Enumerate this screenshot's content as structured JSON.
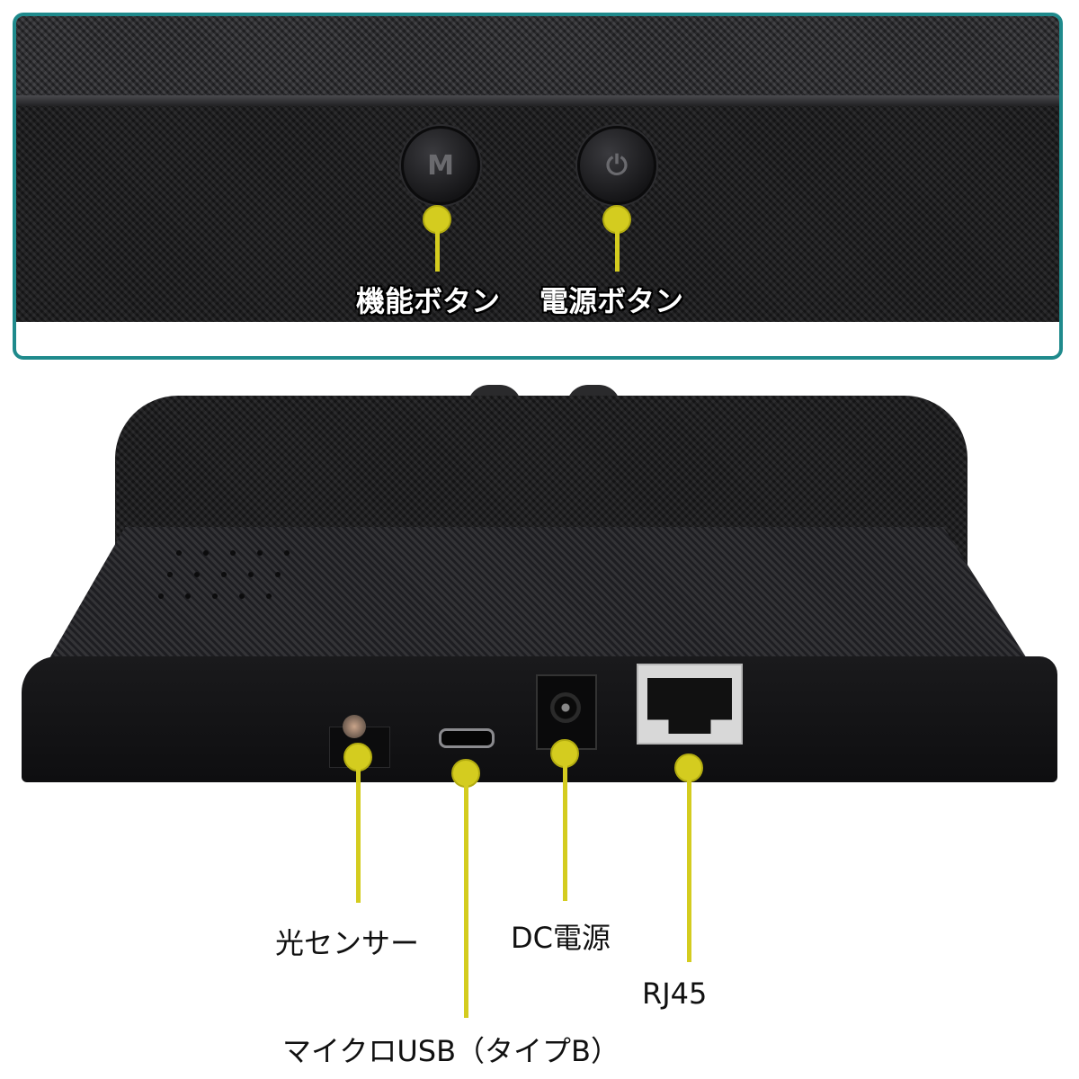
{
  "top_labels": {
    "function_button": "機能ボタン",
    "power_button": "電源ボタン"
  },
  "button_glyphs": {
    "function": "M",
    "power": "⏻"
  },
  "bottom_labels": {
    "light_sensor": "光センサー",
    "micro_usb": "マイクロUSB（タイプB）",
    "dc_power": "DC電源",
    "rj45": "RJ45"
  },
  "colors": {
    "frame_accent": "#1f8a8c",
    "callout": "#d4cc1f",
    "device_body": "#1c1c1e"
  }
}
